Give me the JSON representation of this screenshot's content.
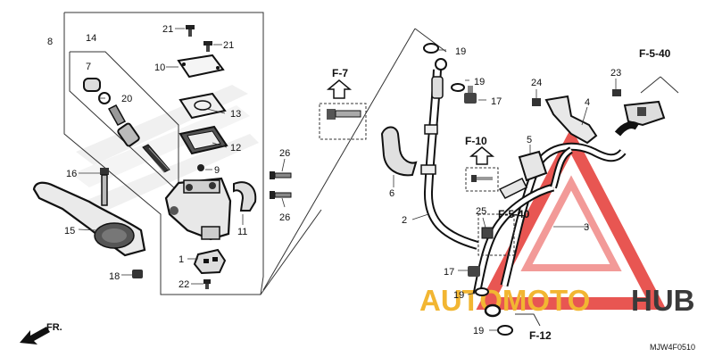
{
  "diagram_code": "MJW4F0510",
  "front_label": "FR.",
  "watermark": {
    "text_a": "AUTOMOTO",
    "text_b": "HUB",
    "color_a": "#f2b632",
    "color_b": "#3a3a3a",
    "triangle_color": "#e53935"
  },
  "ref_labels": {
    "f7": "F-7",
    "f10": "F-10",
    "f540_top": "F-5-40",
    "f540_mid": "F-5-40",
    "f12": "F-12"
  },
  "callouts": {
    "c1": "1",
    "c2": "2",
    "c3": "3",
    "c4": "4",
    "c5": "5",
    "c6": "6",
    "c7": "7",
    "c8": "8",
    "c9": "9",
    "c10": "10",
    "c11": "11",
    "c12": "12",
    "c13": "13",
    "c14": "14",
    "c15": "15",
    "c16": "16",
    "c17a": "17",
    "c17b": "17",
    "c18": "18",
    "c19a": "19",
    "c19b": "19",
    "c19c": "19",
    "c19d": "19",
    "c20": "20",
    "c21a": "21",
    "c21b": "21",
    "c22": "22",
    "c23": "23",
    "c24": "24",
    "c25": "25",
    "c26a": "26",
    "c26b": "26"
  }
}
